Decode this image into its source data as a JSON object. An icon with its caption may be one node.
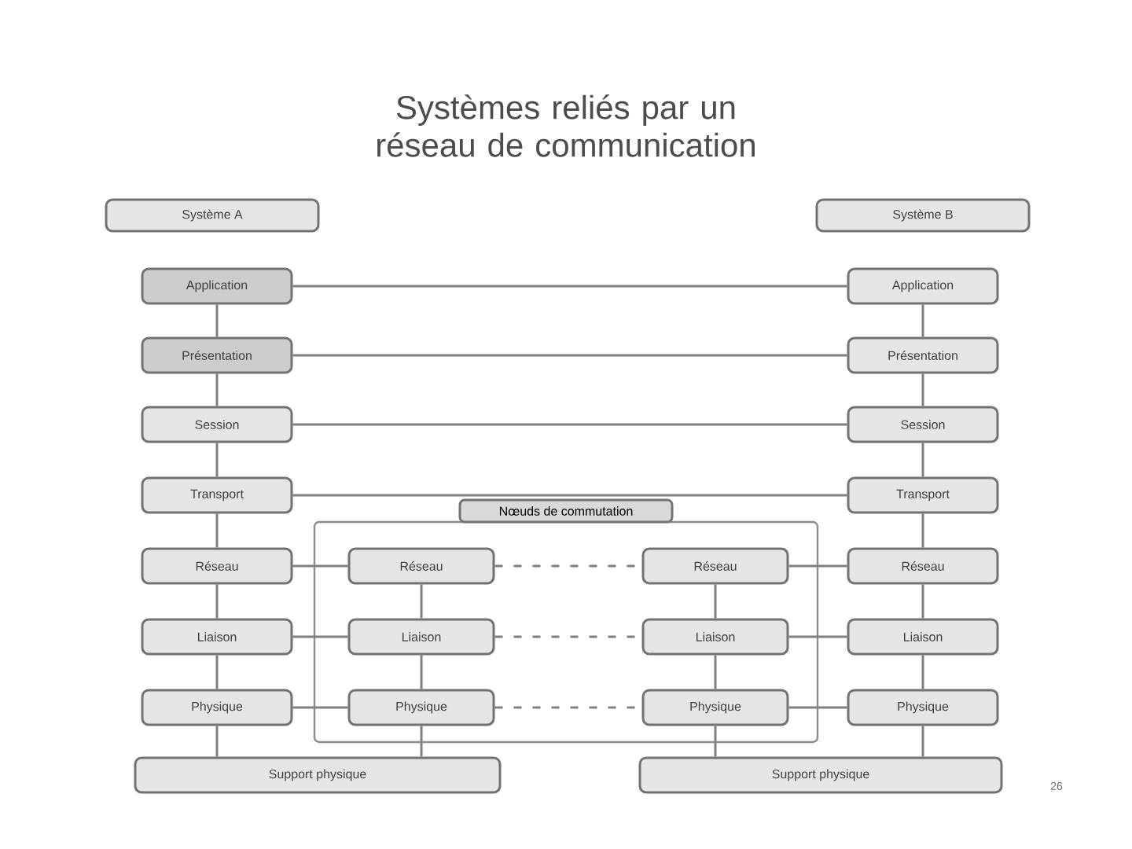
{
  "diagram": {
    "title": "Systèmes reliés par un réseau de communication",
    "nodes": [
      {
        "text": [
          "Système A"
        ]
      },
      {
        "text": [
          "Système B"
        ]
      },
      {
        "text": [
          "Application"
        ]
      },
      {
        "text": [
          "Présentation"
        ]
      },
      {
        "text": [
          "Session"
        ]
      },
      {
        "text": [
          "Transport"
        ]
      },
      {
        "text": [
          "Réseau"
        ]
      },
      {
        "text": [
          "Liaison"
        ]
      },
      {
        "text": [
          "Physique"
        ]
      },
      {
        "text": [
          "Application"
        ]
      },
      {
        "text": [
          "Présentation"
        ]
      },
      {
        "text": [
          "Session"
        ]
      },
      {
        "text": [
          "Transport"
        ]
      },
      {
        "text": [
          "Réseau"
        ]
      },
      {
        "text": [
          "Liaison"
        ]
      },
      {
        "text": [
          "Physique"
        ]
      },
      {
        "text": [
          "Nœuds de commutation"
        ]
      },
      {
        "text": [
          "Réseau"
        ],
        "in": 16
      },
      {
        "text": [
          "Liaison"
        ],
        "in": 16
      },
      {
        "text": [
          "Physique"
        ],
        "in": 16
      },
      {
        "text": [
          "Réseau"
        ],
        "in": 16
      },
      {
        "text": [
          "Liaison"
        ],
        "in": 16
      },
      {
        "text": [
          "Physique"
        ],
        "in": 16
      },
      {
        "text": [
          "Support physique"
        ]
      },
      {
        "text": [
          "Support physique"
        ]
      }
    ],
    "edges": [
      {
        "from": 2,
        "to": 3,
        "arrow": "none"
      },
      {
        "from": 3,
        "to": 4,
        "arrow": "none"
      },
      {
        "from": 4,
        "to": 5,
        "arrow": "none"
      },
      {
        "from": 5,
        "to": 6,
        "arrow": "none"
      },
      {
        "from": 6,
        "to": 7,
        "arrow": "none"
      },
      {
        "from": 7,
        "to": 8,
        "arrow": "none"
      },
      {
        "from": 9,
        "to": 10,
        "arrow": "none"
      },
      {
        "from": 10,
        "to": 11,
        "arrow": "none"
      },
      {
        "from": 11,
        "to": 12,
        "arrow": "none"
      },
      {
        "from": 12,
        "to": 13,
        "arrow": "none"
      },
      {
        "from": 13,
        "to": 14,
        "arrow": "none"
      },
      {
        "from": 14,
        "to": 15,
        "arrow": "none"
      },
      {
        "from": 2,
        "to": 9,
        "arrow": "none"
      },
      {
        "from": 3,
        "to": 10,
        "arrow": "none"
      },
      {
        "from": 4,
        "to": 11,
        "arrow": "none"
      },
      {
        "from": 5,
        "to": 12,
        "arrow": "none"
      },
      {
        "from": 6,
        "to": 17,
        "arrow": "none"
      },
      {
        "from": 7,
        "to": 18,
        "arrow": "none"
      },
      {
        "from": 8,
        "to": 19,
        "arrow": "none"
      },
      {
        "from": 17,
        "to": 20,
        "arrow": "none",
        "style": "dashed"
      },
      {
        "from": 18,
        "to": 21,
        "arrow": "none",
        "style": "dashed"
      },
      {
        "from": 19,
        "to": 22,
        "arrow": "none",
        "style": "dashed"
      },
      {
        "from": 20,
        "to": 13,
        "arrow": "none"
      },
      {
        "from": 21,
        "to": 14,
        "arrow": "none"
      },
      {
        "from": 22,
        "to": 15,
        "arrow": "none"
      },
      {
        "from": 17,
        "to": 18,
        "arrow": "none"
      },
      {
        "from": 18,
        "to": 19,
        "arrow": "none"
      },
      {
        "from": 20,
        "to": 21,
        "arrow": "none"
      },
      {
        "from": 21,
        "to": 22,
        "arrow": "none"
      },
      {
        "from": 8,
        "to": 23,
        "arrow": "none"
      },
      {
        "from": 19,
        "to": 23,
        "arrow": "none"
      },
      {
        "from": 22,
        "to": 24,
        "arrow": "none"
      },
      {
        "from": 15,
        "to": 24,
        "arrow": "none"
      }
    ],
    "labels": [
      "26"
    ]
  }
}
